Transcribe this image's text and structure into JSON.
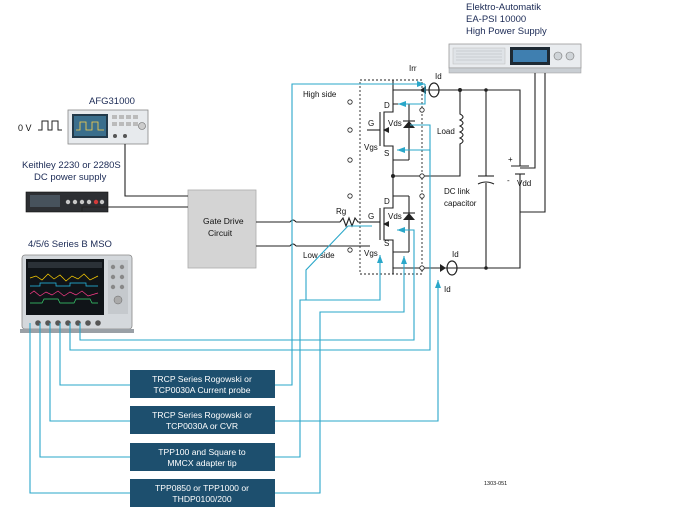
{
  "instruments": {
    "power_supply": {
      "line1": "Elektro-Automatik",
      "line2": "EA-PSI 10000",
      "line3": "High Power Supply"
    },
    "afg": {
      "name": "AFG31000"
    },
    "keithley": {
      "line1": "Keithley 2230 or 2280S",
      "line2": "DC power supply"
    },
    "mso": {
      "name": "4/5/6 Series B MSO"
    }
  },
  "circuit": {
    "zero_v": "0 V",
    "gate_drive": {
      "line1": "Gate Drive",
      "line2": "Circuit"
    },
    "rg": "Rg",
    "high_side": "High side",
    "low_side": "Low side",
    "hs": {
      "d": "D",
      "g": "G",
      "s": "S",
      "vds": "Vds",
      "vgs": "Vgs"
    },
    "ls": {
      "d": "D",
      "g": "G",
      "s": "S",
      "vds": "Vds",
      "vgs": "Vgs"
    },
    "irr": "Irr",
    "id_top": "Id",
    "id_bottom_1": "Id",
    "id_bottom_2": "Id",
    "load": "Load",
    "dc_link": {
      "line1": "DC link",
      "line2": "capacitor"
    },
    "vdd": "Vdd",
    "plus": "+",
    "minus": "-"
  },
  "probe_boxes": [
    {
      "line1": "TRCP Series Rogowski or",
      "line2": "TCP0030A Current probe"
    },
    {
      "line1": "TRCP Series Rogowski or",
      "line2": "TCP0030A or CVR"
    },
    {
      "line1": "TPP100 and Square to",
      "line2": "MMCX adapter tip"
    },
    {
      "line1": "TPP0850 or TPP1000 or",
      "line2": "THDP0100/200"
    }
  ],
  "figure_id": "1303-051",
  "colors": {
    "probe_wire": "#2aa7c9",
    "probe_box": "#1d4f6e",
    "gate_box": "#d4d4d4"
  }
}
